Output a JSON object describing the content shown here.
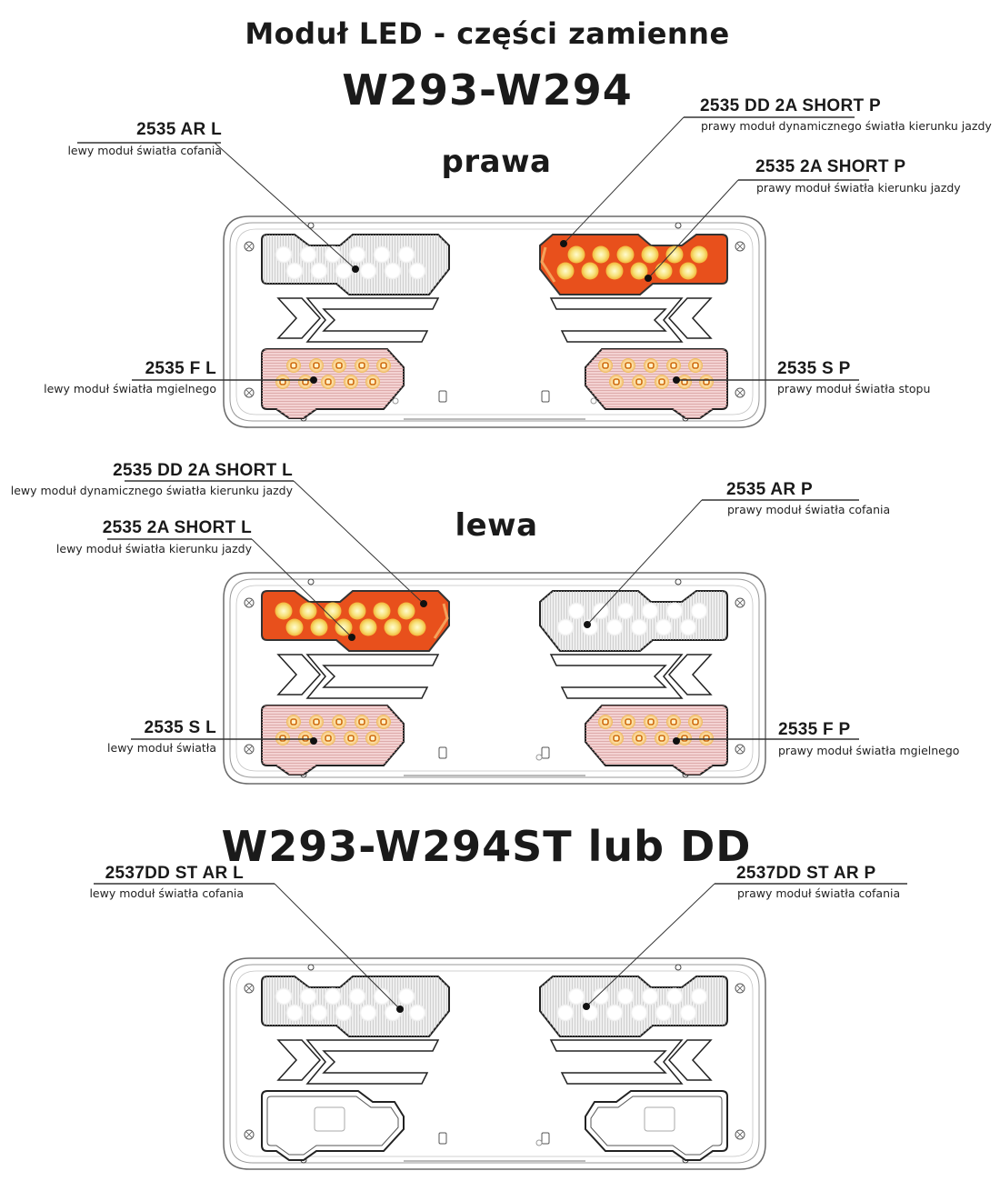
{
  "header": {
    "title": "Moduł LED - części zamienne",
    "model_1": "W293-W294",
    "model_2": "W293-W294ST lub DD"
  },
  "sections": {
    "right_label": "prawa",
    "left_label": "lewa"
  },
  "callouts": [
    {
      "id": "ar-l",
      "code": "2535 AR L",
      "description": "lewy moduł światła cofania"
    },
    {
      "id": "dd-2a-short-p",
      "code": "2535 DD 2A SHORT P",
      "description": "prawy moduł dynamicznego światła kierunku jazdy"
    },
    {
      "id": "2a-short-p",
      "code": "2535 2A SHORT P",
      "description": "prawy moduł światła kierunku jazdy"
    },
    {
      "id": "f-l",
      "code": "2535 F L",
      "description": "lewy moduł światła mgielnego"
    },
    {
      "id": "s-p",
      "code": "2535 S P",
      "description": "prawy moduł światła stopu"
    },
    {
      "id": "dd-2a-short-l",
      "code": "2535 DD 2A SHORT L",
      "description": "lewy moduł dynamicznego światła kierunku jazdy"
    },
    {
      "id": "2a-short-l",
      "code": "2535 2A SHORT L",
      "description": "lewy moduł światła kierunku jazdy"
    },
    {
      "id": "ar-p",
      "code": "2535 AR P",
      "description": "prawy moduł światła cofania"
    },
    {
      "id": "s-l",
      "code": "2535 S L",
      "description": "lewy moduł światła"
    },
    {
      "id": "f-p",
      "code": "2535 F P",
      "description": "prawy moduł światła mgielnego"
    },
    {
      "id": "st-ar-l",
      "code": "2537DD ST AR L",
      "description": "lewy moduł światła cofania"
    },
    {
      "id": "st-ar-p",
      "code": "2537DD ST AR P",
      "description": "prawy moduł światła cofania"
    }
  ],
  "colors": {
    "amber_module": "#e8501c",
    "amber_led": "#f7e27a",
    "white_module": "#e6e6e6",
    "red_module": "#f0c8c8",
    "housing_stroke": "#555555",
    "text": "#1a1a1a"
  }
}
